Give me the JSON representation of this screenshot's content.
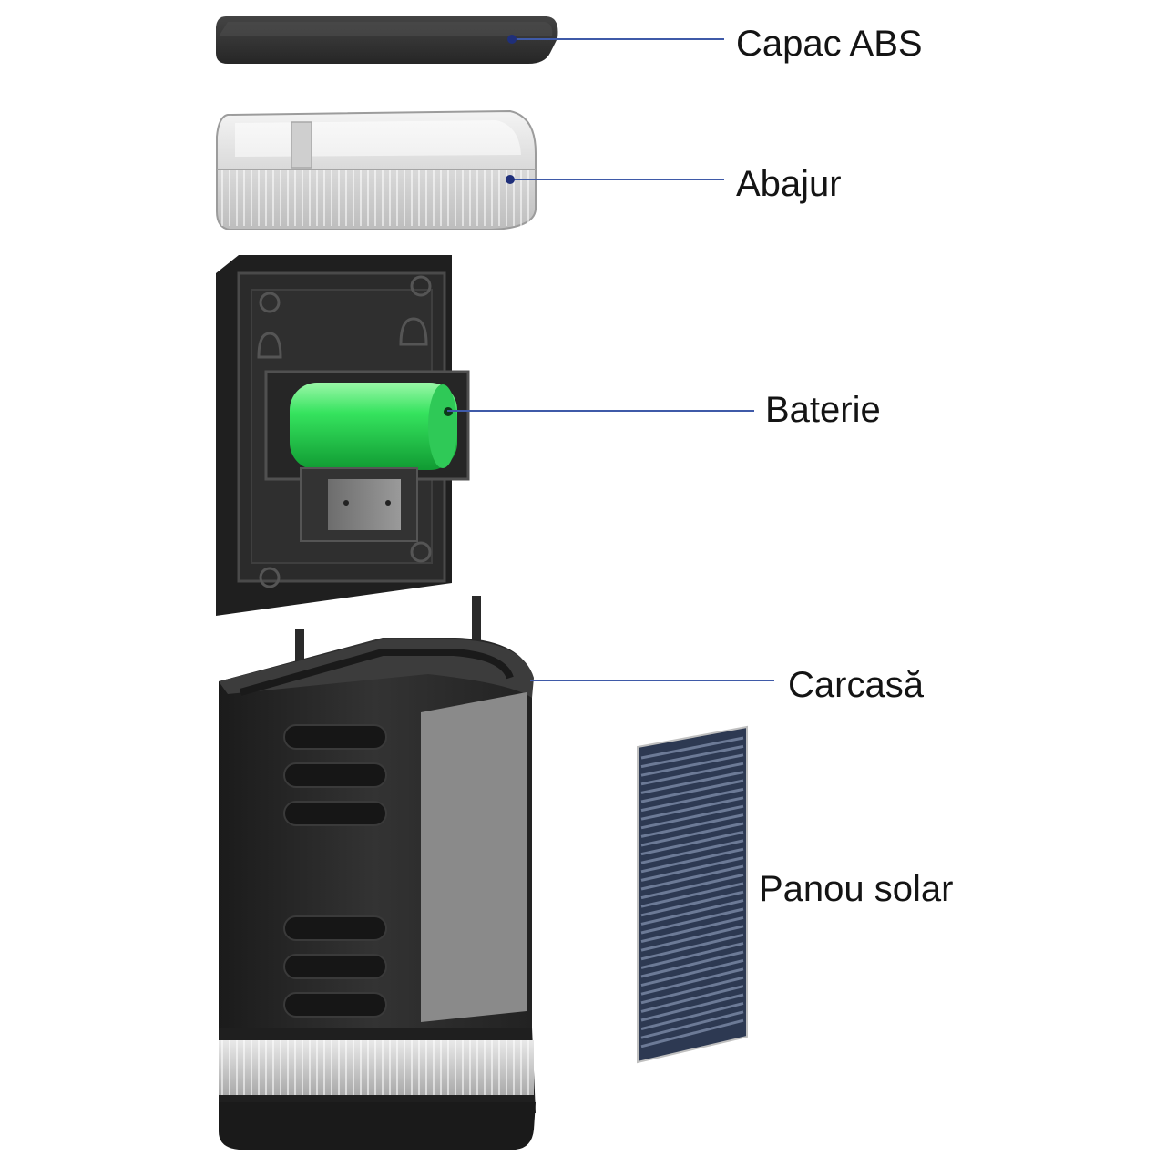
{
  "labels": {
    "capac": "Capac ABS",
    "abajur": "Abajur",
    "baterie": "Baterie",
    "carcasa": "Carcasă",
    "panou": "Panou solar"
  },
  "colors": {
    "leader_line": "#3f5aa8",
    "leader_dot": "#1f2f7a",
    "battery": "#35e35e",
    "housing": "#2b2b2b",
    "lid": "#333333",
    "solar_cell": "#2d3952"
  }
}
